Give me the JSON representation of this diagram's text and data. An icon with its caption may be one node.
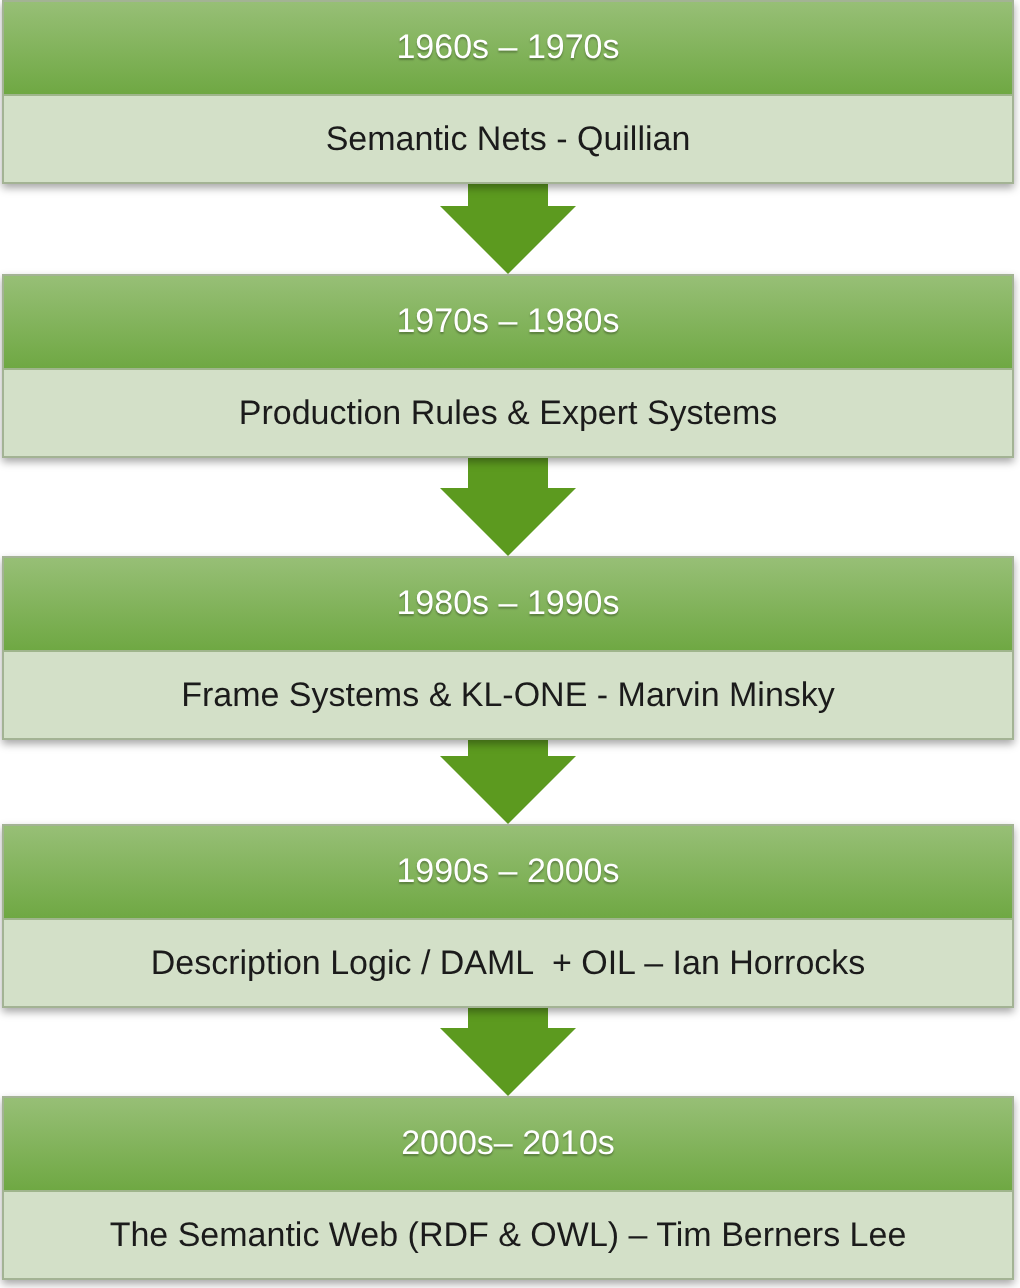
{
  "diagram": {
    "nodes": [
      {
        "text": [
          "1960s – 1970s",
          "Semantic Nets - Quillian"
        ]
      },
      {
        "text": [
          "1970s – 1980s",
          "Production Rules & Expert Systems"
        ]
      },
      {
        "text": [
          "1980s – 1990s",
          "Frame Systems & KL-ONE - Marvin Minsky"
        ]
      },
      {
        "text": [
          "1990s – 2000s",
          "Description Logic / DAML  + OIL – Ian Horrocks"
        ]
      },
      {
        "text": [
          "2000s– 2010s",
          "The Semantic Web (RDF & OWL) – Tim Berners Lee"
        ]
      }
    ],
    "edges": [
      {
        "from": 0,
        "to": 1,
        "arrow": "to"
      },
      {
        "from": 1,
        "to": 2,
        "arrow": "to"
      },
      {
        "from": 2,
        "to": 3,
        "arrow": "to"
      },
      {
        "from": 3,
        "to": 4,
        "arrow": "to"
      }
    ]
  }
}
